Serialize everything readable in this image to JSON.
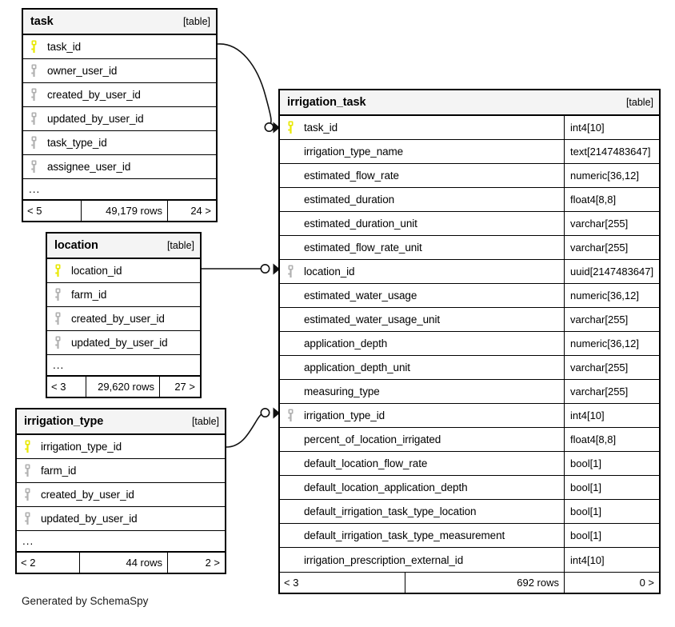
{
  "diagram": {
    "credit": "Generated by SchemaSpy",
    "table_tag": "[table]",
    "ellipsis": "...",
    "rows_suffix": "rows"
  },
  "tables": {
    "task": {
      "name": "task",
      "tag": "[table]",
      "columns": [
        {
          "name": "task_id",
          "key": "primary"
        },
        {
          "name": "owner_user_id",
          "key": "foreign"
        },
        {
          "name": "created_by_user_id",
          "key": "foreign"
        },
        {
          "name": "updated_by_user_id",
          "key": "foreign"
        },
        {
          "name": "task_type_id",
          "key": "foreign"
        },
        {
          "name": "assignee_user_id",
          "key": "foreign"
        }
      ],
      "more": "...",
      "footer": {
        "prev": "< 5",
        "rows": "49,179 rows",
        "next": "24 >"
      }
    },
    "location": {
      "name": "location",
      "tag": "[table]",
      "columns": [
        {
          "name": "location_id",
          "key": "primary"
        },
        {
          "name": "farm_id",
          "key": "foreign"
        },
        {
          "name": "created_by_user_id",
          "key": "foreign"
        },
        {
          "name": "updated_by_user_id",
          "key": "foreign"
        }
      ],
      "more": "...",
      "footer": {
        "prev": "< 3",
        "rows": "29,620 rows",
        "next": "27 >"
      }
    },
    "irrigation_type": {
      "name": "irrigation_type",
      "tag": "[table]",
      "columns": [
        {
          "name": "irrigation_type_id",
          "key": "primary"
        },
        {
          "name": "farm_id",
          "key": "foreign"
        },
        {
          "name": "created_by_user_id",
          "key": "foreign"
        },
        {
          "name": "updated_by_user_id",
          "key": "foreign"
        }
      ],
      "more": "...",
      "footer": {
        "prev": "< 2",
        "rows": "44 rows",
        "next": "2 >"
      }
    },
    "irrigation_task": {
      "name": "irrigation_task",
      "tag": "[table]",
      "columns": [
        {
          "name": "task_id",
          "type": "int4[10]",
          "key": "primary"
        },
        {
          "name": "irrigation_type_name",
          "type": "text[2147483647]",
          "key": "none"
        },
        {
          "name": "estimated_flow_rate",
          "type": "numeric[36,12]",
          "key": "none"
        },
        {
          "name": "estimated_duration",
          "type": "float4[8,8]",
          "key": "none"
        },
        {
          "name": "estimated_duration_unit",
          "type": "varchar[255]",
          "key": "none"
        },
        {
          "name": "estimated_flow_rate_unit",
          "type": "varchar[255]",
          "key": "none"
        },
        {
          "name": "location_id",
          "type": "uuid[2147483647]",
          "key": "foreign"
        },
        {
          "name": "estimated_water_usage",
          "type": "numeric[36,12]",
          "key": "none"
        },
        {
          "name": "estimated_water_usage_unit",
          "type": "varchar[255]",
          "key": "none"
        },
        {
          "name": "application_depth",
          "type": "numeric[36,12]",
          "key": "none"
        },
        {
          "name": "application_depth_unit",
          "type": "varchar[255]",
          "key": "none"
        },
        {
          "name": "measuring_type",
          "type": "varchar[255]",
          "key": "none"
        },
        {
          "name": "irrigation_type_id",
          "type": "int4[10]",
          "key": "foreign"
        },
        {
          "name": "percent_of_location_irrigated",
          "type": "float4[8,8]",
          "key": "none"
        },
        {
          "name": "default_location_flow_rate",
          "type": "bool[1]",
          "key": "none"
        },
        {
          "name": "default_location_application_depth",
          "type": "bool[1]",
          "key": "none"
        },
        {
          "name": "default_irrigation_task_type_location",
          "type": "bool[1]",
          "key": "none"
        },
        {
          "name": "default_irrigation_task_type_measurement",
          "type": "bool[1]",
          "key": "none"
        },
        {
          "name": "irrigation_prescription_external_id",
          "type": "int4[10]",
          "key": "none"
        }
      ],
      "footer": {
        "prev": "< 3",
        "rows": "692 rows",
        "next": "0 >"
      }
    }
  },
  "relationships": [
    {
      "from": "task.task_id",
      "to": "irrigation_task.task_id"
    },
    {
      "from": "location.location_id",
      "to": "irrigation_task.location_id"
    },
    {
      "from": "irrigation_type.irrigation_type_id",
      "to": "irrigation_task.irrigation_type_id"
    }
  ],
  "colors": {
    "primary_key": "#e8e800",
    "foreign_key": "#b0b0b0",
    "header_bg": "#f4f4f4",
    "border": "#000000",
    "background": "#ffffff"
  }
}
